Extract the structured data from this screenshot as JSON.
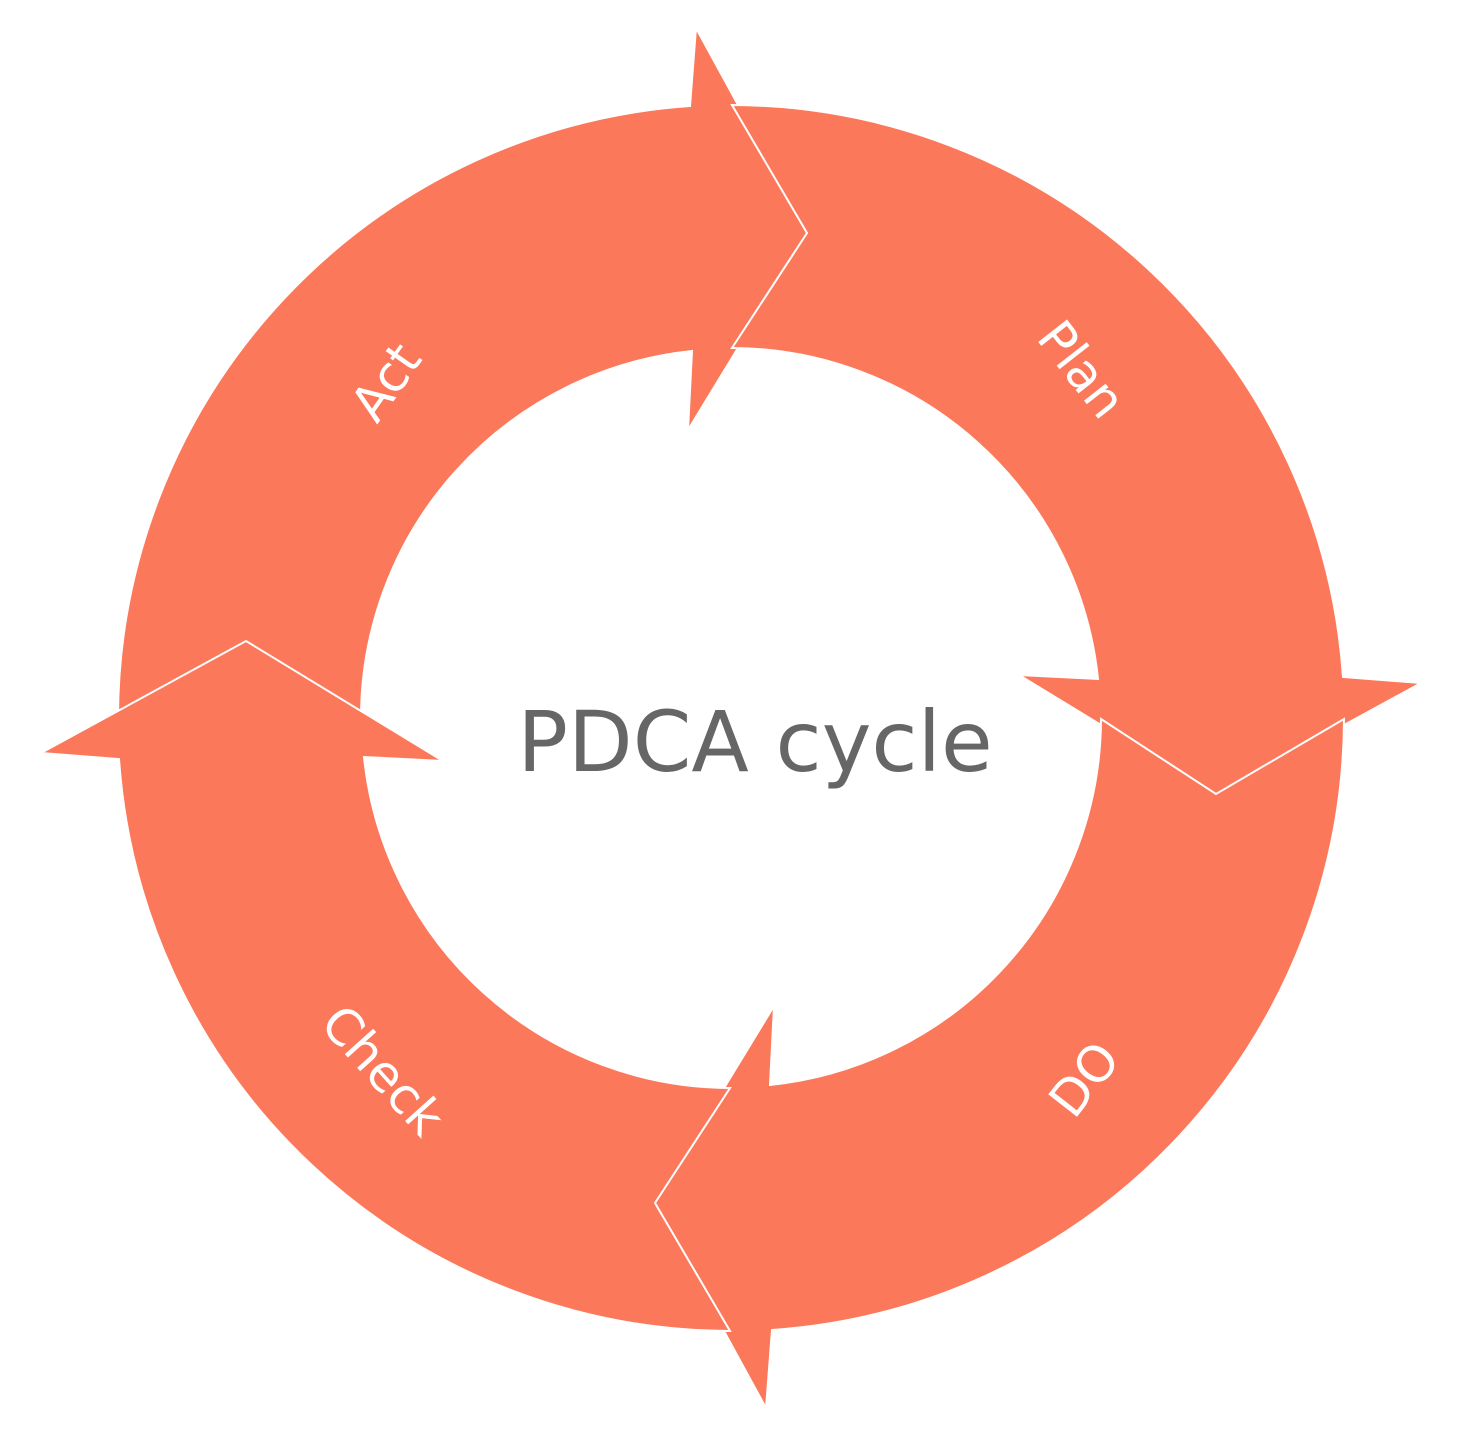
{
  "title": "PDCA cycle",
  "stages": [
    {
      "label": "Plan"
    },
    {
      "label": "DO"
    },
    {
      "label": "Check"
    },
    {
      "label": "Act"
    }
  ],
  "colors": {
    "segment": "#FC785A",
    "title": "#666666",
    "label": "#FFFFFF"
  }
}
